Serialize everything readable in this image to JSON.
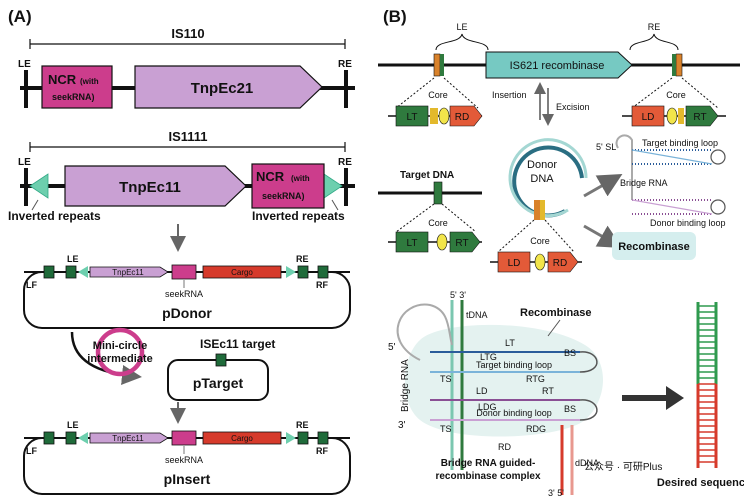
{
  "panelA": {
    "label": "(A)",
    "is110": {
      "title": "IS110",
      "le": "LE",
      "re": "RE",
      "ncr_main": "NCR",
      "ncr_paren1": "(with",
      "ncr_paren2": "seekRNA)",
      "tnp": "TnpEc21"
    },
    "is1111": {
      "title": "IS1111",
      "le": "LE",
      "re": "RE",
      "tnp": "TnpEc11",
      "ncr_main": "NCR",
      "ncr_paren1": "(with",
      "ncr_paren2": "seekRNA)",
      "inverted_left": "Inverted repeats",
      "inverted_right": "Inverted repeats"
    },
    "pdonor": {
      "name": "pDonor",
      "le": "LE",
      "re": "RE",
      "lf": "LF",
      "rf": "RF",
      "tnp": "TnpEc11",
      "cargo": "Cargo",
      "seek": "seekRNA"
    },
    "minicircle": {
      "line1": "Mini-circle",
      "line2": "intermediate"
    },
    "ptarget": {
      "target": "ISEc11 target",
      "name": "pTarget"
    },
    "pinsert": {
      "name": "pInsert",
      "le": "LE",
      "re": "RE",
      "lf": "LF",
      "rf": "RF",
      "tnp": "TnpEc11",
      "cargo": "Cargo",
      "seek": "seekRNA"
    }
  },
  "panelB": {
    "label": "(B)",
    "le": "LE",
    "re": "RE",
    "recombinase": "IS621 recombinase",
    "core": "Core",
    "lt": "LT",
    "rd": "RD",
    "ld": "LD",
    "rt": "RT",
    "insertion": "Insertion",
    "excision": "Excision",
    "target_dna": "Target DNA",
    "donor1": "Donor",
    "donor2": "DNA",
    "sl5": "5' SL",
    "target_loop": "Target binding loop",
    "bridge_rna": "Bridge RNA",
    "donor_loop": "Donor binding loop",
    "recombinase_box": "Recombinase"
  },
  "panelC": {
    "five3": "5' 3'",
    "tdna": "tDNA",
    "recombinase": "Recombinase",
    "five_prime": "5'",
    "three_prime": "3'",
    "lt": "LT",
    "ltg": "LTG",
    "target_loop": "Target binding loop",
    "rtg": "RTG",
    "bs1": "BS",
    "ts1": "TS",
    "ld": "LD",
    "rt": "RT",
    "ldg": "LDG",
    "donor_loop": "Donor binding loop",
    "rdg": "RDG",
    "bs2": "BS",
    "ts2": "TS",
    "rd": "RD",
    "bridge_rna": "Bridge RNA",
    "ddna": "dDNA",
    "bottom_ends": "3' 5'",
    "complex1": "Bridge RNA guided-",
    "complex2": "recombinase complex",
    "desired": "Desired sequence",
    "watermark": "公众号 · 可研Plus"
  }
}
